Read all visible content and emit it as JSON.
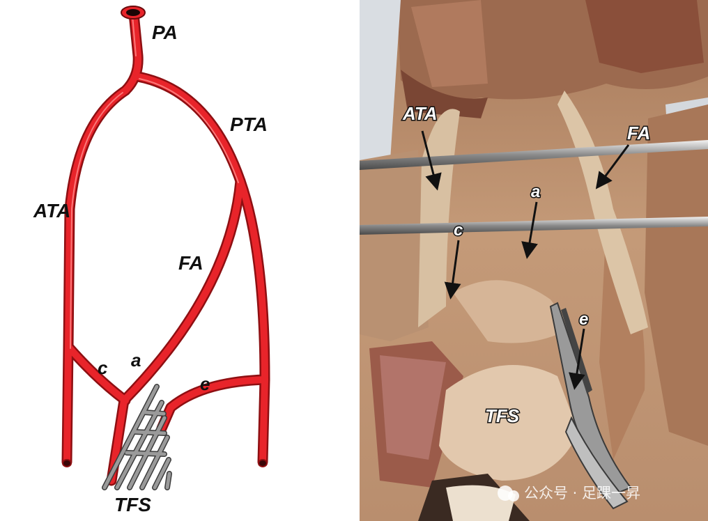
{
  "diagram": {
    "labels": {
      "pa": "PA",
      "pta": "PTA",
      "ata": "ATA",
      "fa": "FA",
      "c": "c",
      "a": "a",
      "e": "e",
      "tfs": "TFS"
    },
    "colors": {
      "artery": "#e8242a",
      "artery_edge": "#8e0f12",
      "tfs_graft": "#8a8a8a"
    }
  },
  "photo": {
    "labels": {
      "ata": "ATA",
      "fa": "FA",
      "a": "a",
      "c": "c",
      "e": "e",
      "tfs": "TFS"
    },
    "watermark": "公众号 · 足踝一昇"
  }
}
